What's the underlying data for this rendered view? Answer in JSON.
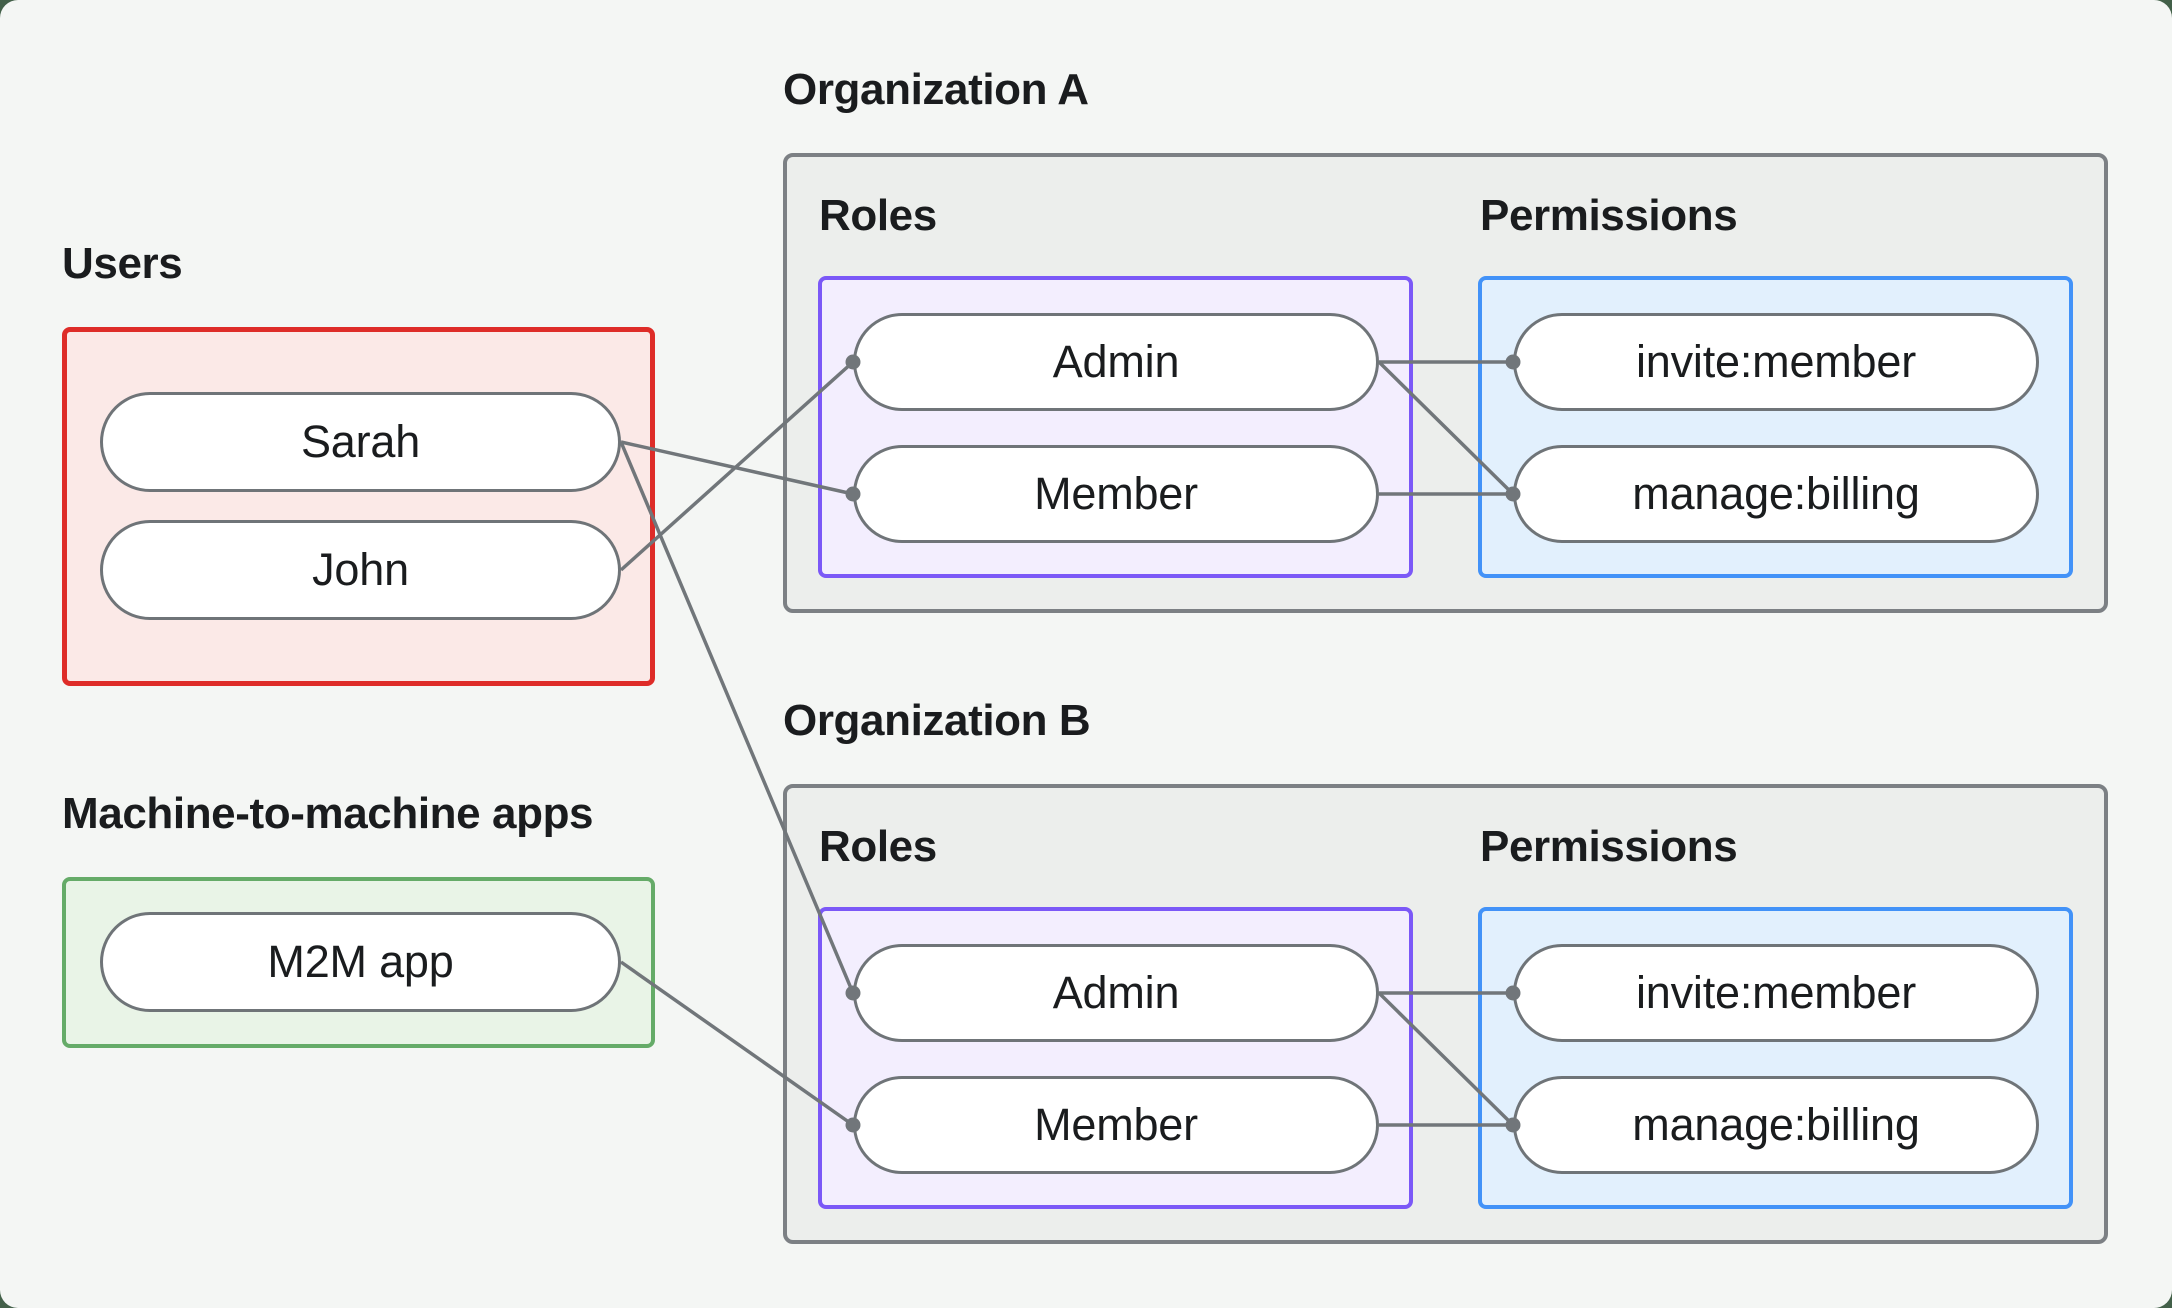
{
  "page": {
    "background_color": "#436049",
    "card_background_color": "#F4F6F4"
  },
  "actors": {
    "users": {
      "label": "Users",
      "members": [
        {
          "name": "Sarah"
        },
        {
          "name": "John"
        }
      ]
    },
    "machine_apps": {
      "label": "Machine-to-machine apps",
      "members": [
        {
          "name": "M2M app"
        }
      ]
    }
  },
  "organizations": [
    {
      "name": "Organization A",
      "roles_label": "Roles",
      "permissions_label": "Permissions",
      "roles": [
        {
          "name": "Admin"
        },
        {
          "name": "Member"
        }
      ],
      "permissions": [
        {
          "name": "invite:member"
        },
        {
          "name": "manage:billing"
        }
      ]
    },
    {
      "name": "Organization B",
      "roles_label": "Roles",
      "permissions_label": "Permissions",
      "roles": [
        {
          "name": "Admin"
        },
        {
          "name": "Member"
        }
      ],
      "permissions": [
        {
          "name": "invite:member"
        },
        {
          "name": "manage:billing"
        }
      ]
    }
  ],
  "connections": [
    {
      "from": "user-sarah",
      "to": "org-a-role-member"
    },
    {
      "from": "user-john",
      "to": "org-a-role-admin"
    },
    {
      "from": "user-sarah",
      "to": "org-b-role-admin"
    },
    {
      "from": "app-m2m",
      "to": "org-b-role-member"
    },
    {
      "from": "org-a-role-admin",
      "to": "org-a-perm-invite-member"
    },
    {
      "from": "org-a-role-admin",
      "to": "org-a-perm-manage-billing"
    },
    {
      "from": "org-a-role-member",
      "to": "org-a-perm-manage-billing"
    },
    {
      "from": "org-b-role-admin",
      "to": "org-b-perm-invite-member"
    },
    {
      "from": "org-b-role-admin",
      "to": "org-b-perm-manage-billing"
    },
    {
      "from": "org-b-role-member",
      "to": "org-b-perm-manage-billing"
    }
  ],
  "colors": {
    "users_border": "#DE2C28",
    "users_fill": "#FBE9E7",
    "m2m_border": "#65AB68",
    "m2m_fill": "#E9F4E7",
    "org_border": "#7C8084",
    "org_fill": "#ECEEEC",
    "roles_border": "#7B58F7",
    "roles_fill": "#F3EEFE",
    "permissions_border": "#4292F8",
    "permissions_fill": "#E2F0FD",
    "pill_border": "#6F7478",
    "connector_line": "#71767A",
    "text": "#1A1C1E"
  }
}
